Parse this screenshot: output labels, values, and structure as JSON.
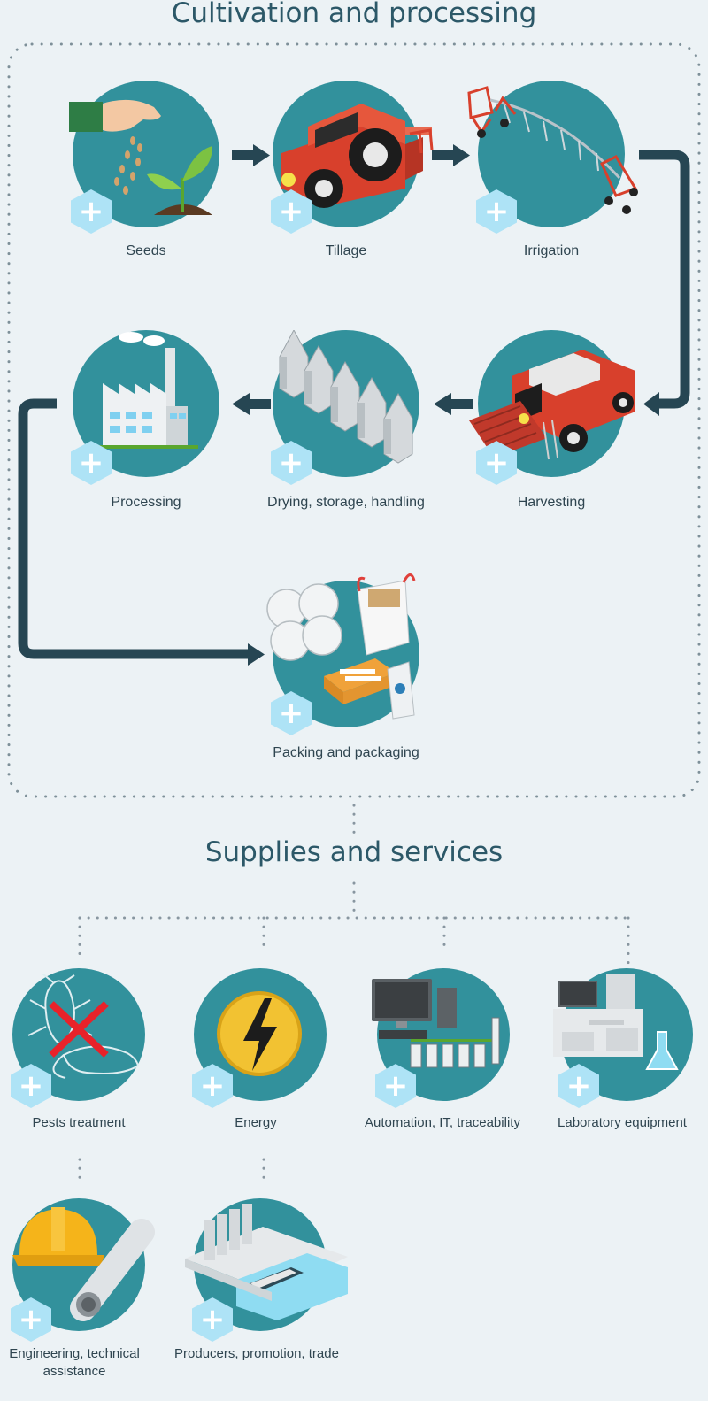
{
  "titles": {
    "cultivation": "Cultivation and processing",
    "supplies": "Supplies and services"
  },
  "cultivation": [
    {
      "id": "seeds",
      "label": "Seeds",
      "icon": "seeds-hand-plant-icon"
    },
    {
      "id": "tillage",
      "label": "Tillage",
      "icon": "tractor-icon"
    },
    {
      "id": "irrigation",
      "label": "Irrigation",
      "icon": "pivot-irrigation-icon"
    },
    {
      "id": "harvesting",
      "label": "Harvesting",
      "icon": "combine-harvester-icon"
    },
    {
      "id": "drying",
      "label": "Drying, storage, handling",
      "icon": "silos-icon"
    },
    {
      "id": "processing",
      "label": "Processing",
      "icon": "factory-icon"
    },
    {
      "id": "packing",
      "label": "Packing and packaging",
      "icon": "packages-icon"
    }
  ],
  "supplies": [
    {
      "id": "pests",
      "label": "Pests treatment",
      "icon": "pests-crossed-icon"
    },
    {
      "id": "energy",
      "label": "Energy",
      "icon": "lightning-bolt-icon"
    },
    {
      "id": "automation",
      "label": "Automation, IT, traceability",
      "icon": "computer-plc-icon"
    },
    {
      "id": "laboratory",
      "label": "Laboratory equipment",
      "icon": "lab-equipment-icon"
    },
    {
      "id": "engineering",
      "label": "Engineering, technical assistance",
      "icon": "hardhat-pipe-icon"
    },
    {
      "id": "producers",
      "label": "Producers, promotion, trade",
      "icon": "port-ship-silos-icon"
    }
  ],
  "plus_symbol": "+",
  "colors": {
    "background": "#ecf2f5",
    "circle": "#32919c",
    "plus_hex": "#aee3f6",
    "arrow": "#264653",
    "title": "#2c5868",
    "machine_red": "#d8402c"
  }
}
